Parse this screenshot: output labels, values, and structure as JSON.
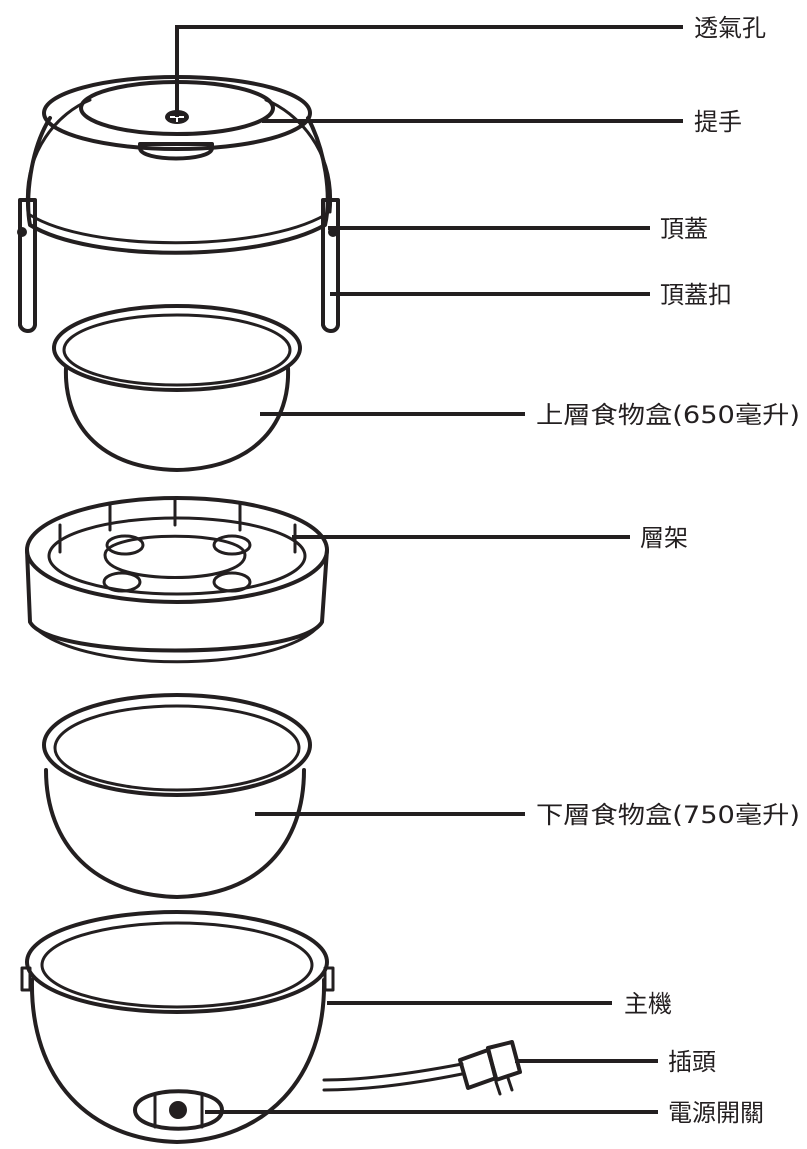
{
  "labels": {
    "vent_hole": "透氣孔",
    "handle": "提手",
    "top_lid": "頂蓋",
    "lid_clasp": "頂蓋扣",
    "upper_container": "上層食物盒(650毫升)",
    "rack": "層架",
    "lower_container": "下層食物盒(750毫升)",
    "main_unit": "主機",
    "plug": "插頭",
    "power_switch": "電源開關"
  },
  "colors": {
    "line": "#231f20",
    "background": "#ffffff"
  }
}
